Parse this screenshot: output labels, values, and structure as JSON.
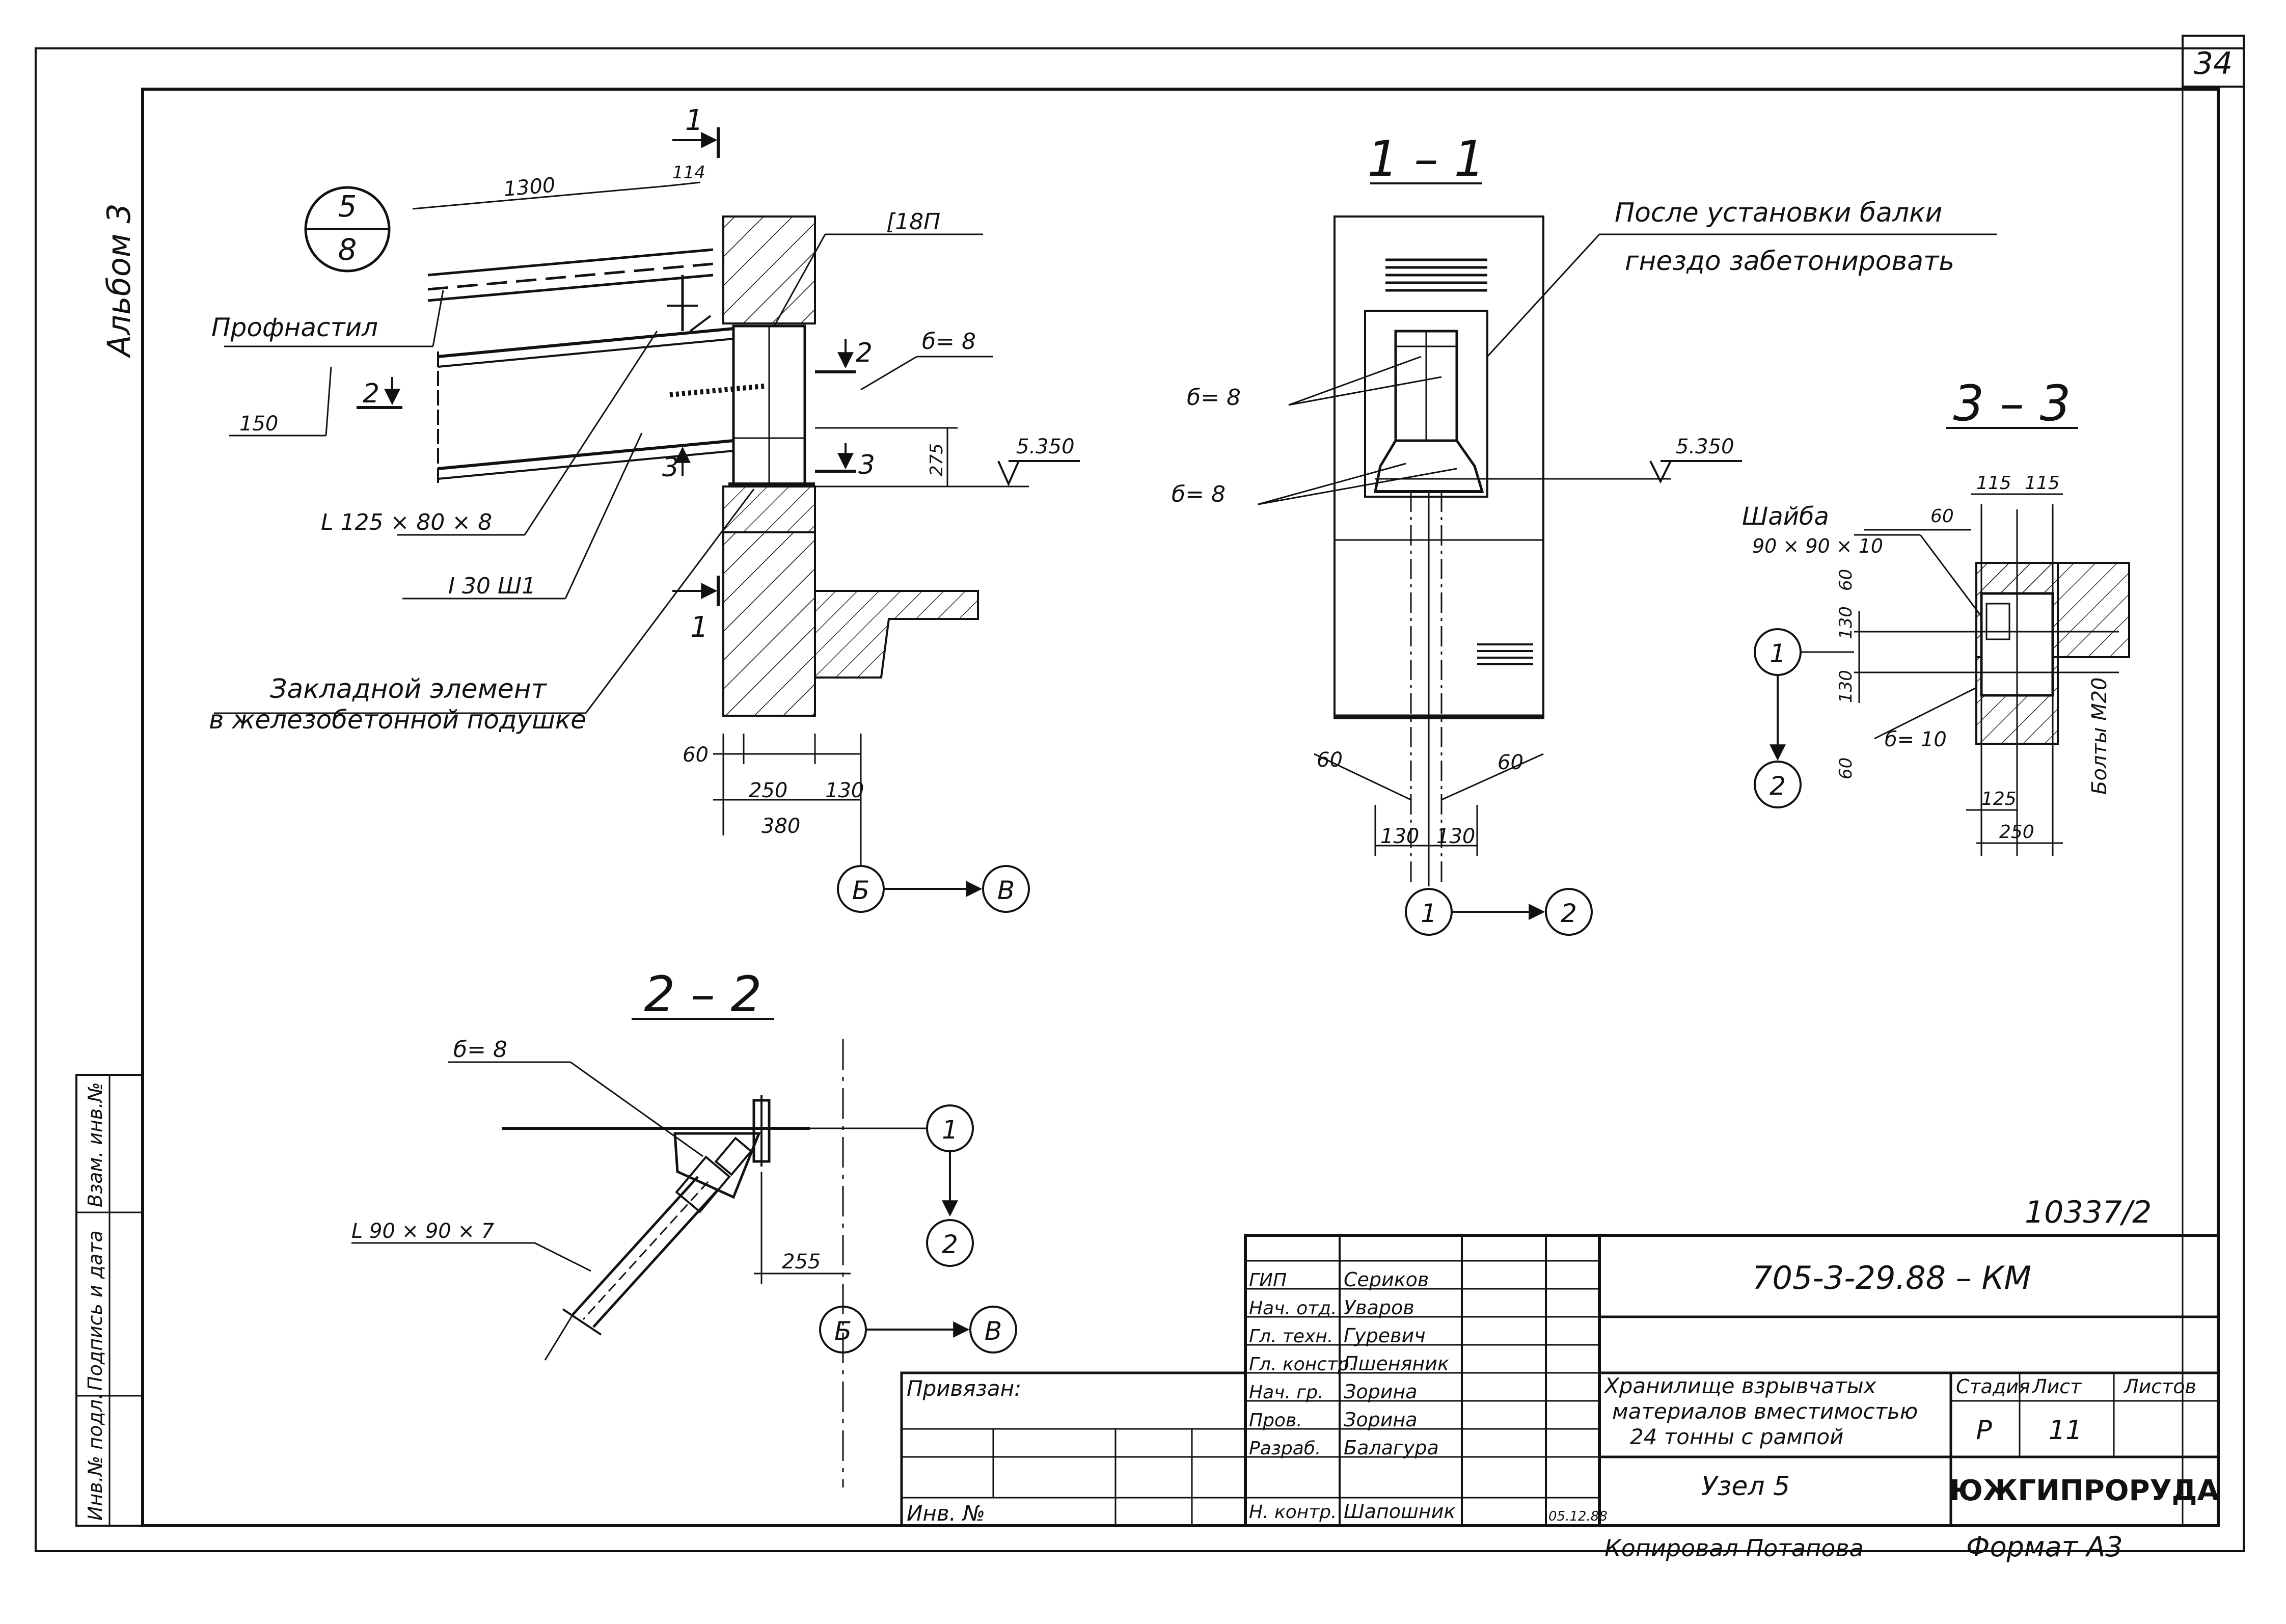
{
  "sheet": {
    "page_number": "34",
    "album": "Альбом 3",
    "copied_by": "Копировал Потапова",
    "format": "Формат А3",
    "registration_number": "10337/2"
  },
  "left_strip": {
    "inv_podl": "Инв.№ подл.",
    "podpis_data": "Подпись и дата",
    "vzam_inv": "Взам. инв.№"
  },
  "view_main": {
    "node_ref_top": "5",
    "node_ref_bottom": "8",
    "dim_1300": "1300",
    "dim_114": "114",
    "c18p": "[18П",
    "profnastil": "Профнастил",
    "dim_150": "150",
    "sec2": "2",
    "sec3": "3",
    "sec1": "1",
    "delta8": "б= 8",
    "dim_275": "275",
    "elev": "5.350",
    "angle": "L 125 × 80 × 8",
    "beam": "I 30 Ш1",
    "embed_line1": "Закладной элемент",
    "embed_line2": "в железобетонной подушке",
    "dim_60": "60",
    "dim_250": "250",
    "dim_130": "130",
    "dim_380": "380",
    "axis_b": "Б",
    "axis_v": "В"
  },
  "view_1_1": {
    "title": "1 – 1",
    "note_line1": "После установки балки",
    "note_line2": "гнездо забетонировать",
    "delta8_a": "б= 8",
    "delta8_b": "б= 8",
    "elev": "5.350",
    "dim_60_l": "60",
    "dim_60_r": "60",
    "dim_130_l": "130",
    "dim_130_r": "130",
    "axis_1": "1",
    "axis_2": "2"
  },
  "view_3_3": {
    "title": "3 – 3",
    "washer": "Шайба",
    "washer_size": "90 × 90 × 10",
    "dim_115a": "115",
    "dim_115b": "115",
    "dim_60": "60",
    "dim_60_v1": "60",
    "dim_130_v1": "130",
    "dim_130_v2": "130",
    "dim_60_v2": "60",
    "delta10": "б= 10",
    "bolts": "Болты М20",
    "dim_125": "125",
    "dim_250": "250",
    "axis_1": "1",
    "axis_2": "2"
  },
  "view_2_2": {
    "title": "2 – 2",
    "delta8": "б= 8",
    "angle": "L 90 × 90 × 7",
    "dim_255": "255",
    "axis_1": "1",
    "axis_2": "2",
    "axis_b": "Б",
    "axis_v": "В"
  },
  "title_block": {
    "designation": "705-3-29.88 –   КМ",
    "privyazan": "Привязан:",
    "inv_no": "Инв. №",
    "roles": [
      "ГИП",
      "Нач. отд.",
      "Гл. техн.",
      "Гл. констр.",
      "Нач. гр.",
      "Пров.",
      "Разраб.",
      "Н. контр."
    ],
    "names": [
      "Сериков",
      "Уваров",
      "Гуревич",
      "Пшеняник",
      "Зорина",
      "Зорина",
      "Балагура",
      "Шапошник"
    ],
    "date": "05.12.88",
    "project_line1": "Хранилище взрывчатых",
    "project_line2": "материалов вместимостью",
    "project_line3": "24 тонны с рампой",
    "drawing_title": "Узел 5",
    "stage_label": "Стадия",
    "sheet_label": "Лист",
    "sheets_label": "Листов",
    "stage": "Р",
    "sheet": "11",
    "organization": "ЮЖГИПРОРУДА"
  }
}
